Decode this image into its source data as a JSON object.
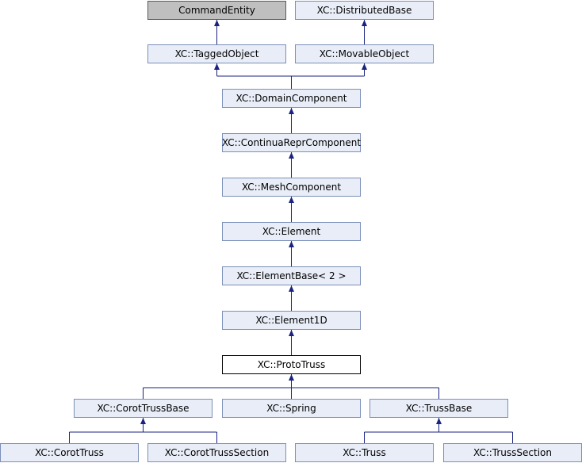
{
  "colors": {
    "edge": "#1a237e",
    "node_fill": "#e8edf7",
    "node_border": "#7b8fb8",
    "grey_fill": "#bfbfbf",
    "current_fill": "#ffffff"
  },
  "nodes": {
    "command_entity": "CommandEntity",
    "distributed_base": "XC::DistributedBase",
    "tagged_object": "XC::TaggedObject",
    "movable_object": "XC::MovableObject",
    "domain_component": "XC::DomainComponent",
    "continua_repr_component": "XC::ContinuaReprComponent",
    "mesh_component": "XC::MeshComponent",
    "element": "XC::Element",
    "element_base": "XC::ElementBase< 2 >",
    "element_1d": "XC::Element1D",
    "proto_truss": "XC::ProtoTruss",
    "corot_truss_base": "XC::CorotTrussBase",
    "spring": "XC::Spring",
    "truss_base": "XC::TrussBase",
    "corot_truss": "XC::CorotTruss",
    "corot_truss_section": "XC::CorotTrussSection",
    "truss": "XC::Truss",
    "truss_section": "XC::TrussSection"
  }
}
